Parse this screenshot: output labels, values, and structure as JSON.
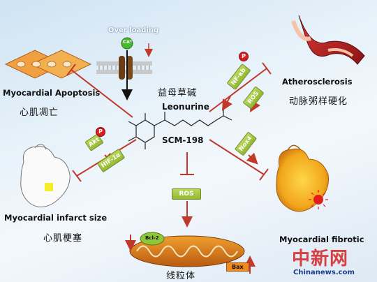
{
  "top": {
    "over_loading": "Over loading",
    "ca": "Ca²⁺"
  },
  "left": {
    "apoptosis_en": "Myocardial Apoptosis",
    "apoptosis_zh": "心肌凋亡",
    "infarct_en": "Myocardial infarct size",
    "infarct_zh": "心肌梗塞",
    "akt": "Akt",
    "hif": "HIF-1α",
    "p": "P"
  },
  "center": {
    "zh_name": "益母草碱",
    "en_name": "Leonurine",
    "code": "SCM-198",
    "ros": "ROS",
    "mito_zh": "线粒体",
    "bcl2": "Bcl-2",
    "bax": "Bax"
  },
  "right": {
    "athero_en": "Atherosclerosis",
    "athero_zh": "动脉粥样硬化",
    "nfkb": "NF-κb",
    "ros": "ROS",
    "nox4": "Nox4",
    "fibrotic_en": "Myocardial fibrotic",
    "p": "P"
  },
  "watermark": {
    "zh": "中新网",
    "en": "Chinanews.com"
  },
  "colors": {
    "inhibit": "#c0392b",
    "box": "#a6c746",
    "p_dot": "#d51f1f"
  }
}
